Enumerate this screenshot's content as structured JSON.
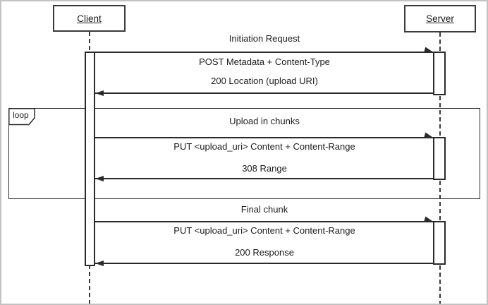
{
  "colors": {
    "line": "#2a2a2a",
    "frame_border": "#c2c2c2",
    "background": "#ffffff"
  },
  "diagram": {
    "type": "uml-sequence-diagram",
    "actors": [
      {
        "label": "Client"
      },
      {
        "label": "Server"
      }
    ],
    "fragment": {
      "label": "loop"
    },
    "sections": [
      {
        "title": "Initiation Request",
        "request": "POST Metadata + Content-Type",
        "response": "200 Location (upload URI)"
      },
      {
        "title": "Upload in chunks",
        "request": "PUT <upload_uri> Content + Content-Range",
        "response": "308 Range"
      },
      {
        "title": "Final chunk",
        "request": "PUT <upload_uri> Content + Content-Range",
        "response": "200 Response"
      }
    ]
  }
}
